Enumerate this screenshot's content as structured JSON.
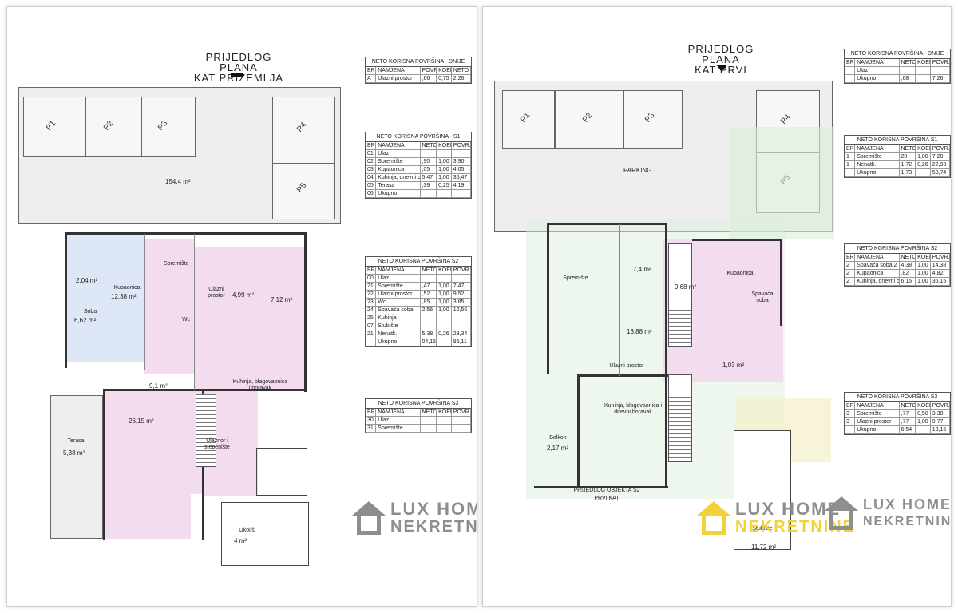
{
  "left_sheet": {
    "title_line1": "PRIJEDLOG PLANA",
    "title_line2": "KAT PRIZEMLJA",
    "parking_labels": [
      "P1",
      "P2",
      "P3",
      "P4",
      "P5"
    ],
    "parking_area": "154,4 m²",
    "rooms": [
      {
        "name": "Spremište",
        "area": "2,04 m²"
      },
      {
        "name": "Kupaonica",
        "area": "12,38 m²"
      },
      {
        "name": "Soba",
        "area": "6,62 m²"
      },
      {
        "name": "Ulazni prostor",
        "area": "4,99 m²"
      },
      {
        "name": "Wc",
        "area": "7,12 m²"
      },
      {
        "name": "Kuhinja, blagovaonica i boravak",
        "area": "26,15 m²"
      },
      {
        "name": "Ulaznor i stepenište",
        "area": "9,1 m²"
      },
      {
        "name": "Terasa",
        "area": "5,38 m²"
      },
      {
        "name": "Okoliš",
        "area": "4 m²"
      }
    ],
    "table1": {
      "title": "NETO KORISNA POVRŠINA - DNIJE",
      "headers": [
        "BR.",
        "NAMJENA",
        "POVR.",
        "KOEF.",
        "NETO"
      ],
      "rows": [
        [
          "A",
          "Ulazni prostor",
          ",66",
          "0,75",
          "2,26"
        ]
      ]
    },
    "table2": {
      "title": "NETO KORISNA POVRŠINA - S1",
      "headers": [
        "BR.",
        "NAMJENA",
        "NETO",
        "KOEF.",
        "POVR."
      ],
      "rows": [
        [
          "01",
          "Ulaz",
          "",
          "",
          ""
        ],
        [
          "02",
          "Spremište",
          ",90",
          "1,00",
          "3,90"
        ],
        [
          "03",
          "Kupaonica",
          ",05",
          "1,00",
          "4,05"
        ],
        [
          "04",
          "Kuhinja, dnevni boravak",
          "5,47",
          "1,00",
          "35,47"
        ],
        [
          "05",
          "Terasa",
          ",39",
          "0,25",
          "4,19"
        ],
        [
          "06",
          "Ukupno",
          "",
          "",
          ""
        ]
      ]
    },
    "table3": {
      "title": "NETO KORISNA POVRŠINA S2",
      "headers": [
        "BR.",
        "NAMJENA",
        "NETO",
        "KOEF.",
        "POVR."
      ],
      "rows": [
        [
          "00",
          "Ulaz",
          "",
          "",
          ""
        ],
        [
          "21",
          "Spremište",
          ",47",
          "1,00",
          "7,47"
        ],
        [
          "22",
          "Ulazni prostor",
          ",52",
          "1,00",
          "9,52"
        ],
        [
          "23",
          "Wc",
          ",85",
          "1,00",
          "3,85"
        ],
        [
          "24",
          "Spavaća soba",
          "2,56",
          "1,00",
          "12,56"
        ],
        [
          "25",
          "Kuhinja",
          "",
          "",
          ""
        ],
        [
          "07",
          "Stubište",
          "",
          "",
          ""
        ],
        [
          "21",
          "Nenatk.",
          "5,38",
          "0,26",
          "28,34"
        ],
        [
          "",
          "Ukupno",
          "04,15",
          "",
          "85,11"
        ]
      ]
    },
    "table4": {
      "title": "NETO KORISNA POVRŠINA S3",
      "headers": [
        "BR.",
        "NAMJENA",
        "NETO",
        "KOEF.",
        "POVR."
      ],
      "rows": [
        [
          "30",
          "Ulaz",
          "",
          "",
          ""
        ],
        [
          "31",
          "Spremište",
          "",
          "",
          ""
        ]
      ]
    },
    "logo_text_line1": "LUX HOME",
    "logo_text_line2": "NEKRETNINE"
  },
  "right_sheet": {
    "title_line1": "PRIJEDLOG PLANA",
    "title_line2": "KAT PRVI",
    "parking_labels": [
      "P1",
      "P2",
      "P3",
      "P4",
      "P5"
    ],
    "parking_caption": "PARKING",
    "rooms": [
      {
        "name": "Spremište",
        "area": "7,4 m²"
      },
      {
        "name": "Kupaonica",
        "area": "9,68 m²"
      },
      {
        "name": "Spavaća soba",
        "area": "13,88 m²"
      },
      {
        "name": "Ulazni prostor",
        "area": "1,03 m²"
      },
      {
        "name": "Kuhinja, blagovaonica i dnevni boravak",
        "area": ""
      },
      {
        "name": "Balkon",
        "area": "2,17 m²"
      },
      {
        "name": "Stubište",
        "area": "11,72 m²"
      }
    ],
    "footer_label1": "PRIJEDLOG OBJEKTA S2",
    "footer_label2": "PRVI KAT",
    "table1": {
      "title": "NETO KORISNA POVRŠINA - DNIJE",
      "headers": [
        "BR.",
        "NAMJENA",
        "NETO",
        "KOEF.",
        "POVR."
      ],
      "rows": [
        [
          "",
          "Ulaz",
          "",
          "",
          ""
        ],
        [
          "",
          "Ukupno",
          ",68",
          "",
          "7,26"
        ]
      ]
    },
    "table2": {
      "title": "NETO KORISNA POVRŠINA S1",
      "headers": [
        "BR.",
        "NAMJENA",
        "NETO",
        "KOEF.",
        "POVR."
      ],
      "rows": [
        [
          "1",
          "Spremište",
          "20",
          "1,00",
          "7,20"
        ],
        [
          "1",
          "Nenatk.",
          "1,72",
          "0,26",
          "22,93"
        ],
        [
          "",
          "Ukupno",
          "1,73",
          "",
          "58,74"
        ]
      ]
    },
    "table3": {
      "title": "NETO KORISNA POVRŠINA S2",
      "headers": [
        "BR.",
        "NAMJENA",
        "NETO",
        "KOEF.",
        "POVR."
      ],
      "rows": [
        [
          "2",
          "Spavaća soba 2",
          "4,38",
          "1,00",
          "14,38"
        ],
        [
          "2",
          "Kupaonica",
          ",82",
          "1,00",
          "4,82"
        ],
        [
          "2",
          "Kuhinja, dnevni boravak",
          "6,15",
          "1,00",
          "36,15"
        ]
      ]
    },
    "table4": {
      "title": "NETO KORISNA POVRŠINA S3",
      "headers": [
        "BR.",
        "NAMJENA",
        "NETO",
        "KOEF.",
        "POVR."
      ],
      "rows": [
        [
          "3",
          "Spremište",
          ",77",
          "0,50",
          "3,38"
        ],
        [
          "3",
          "Ulazni prostor",
          ",77",
          "1,00",
          "9,77"
        ],
        [
          "",
          "Ukupno",
          "6,54",
          "",
          "13,15"
        ]
      ]
    },
    "logo_text_line1": "LUX HOME",
    "logo_text_line2": "NEKRETNINE",
    "logo2_text_line1": "LUX HOME",
    "logo2_text_line2": "NEKRETNINE"
  },
  "colors": {
    "pink_zone": "#f4dcef",
    "blue_zone": "#dde7f5",
    "green_zone": "#dcefdc",
    "yellow_zone": "#f5efc9",
    "logo_grey": "#8e8e8e",
    "logo_yellow": "#f1d23a"
  },
  "icons": [
    "north-arrow-icon",
    "logo-house-icon"
  ]
}
